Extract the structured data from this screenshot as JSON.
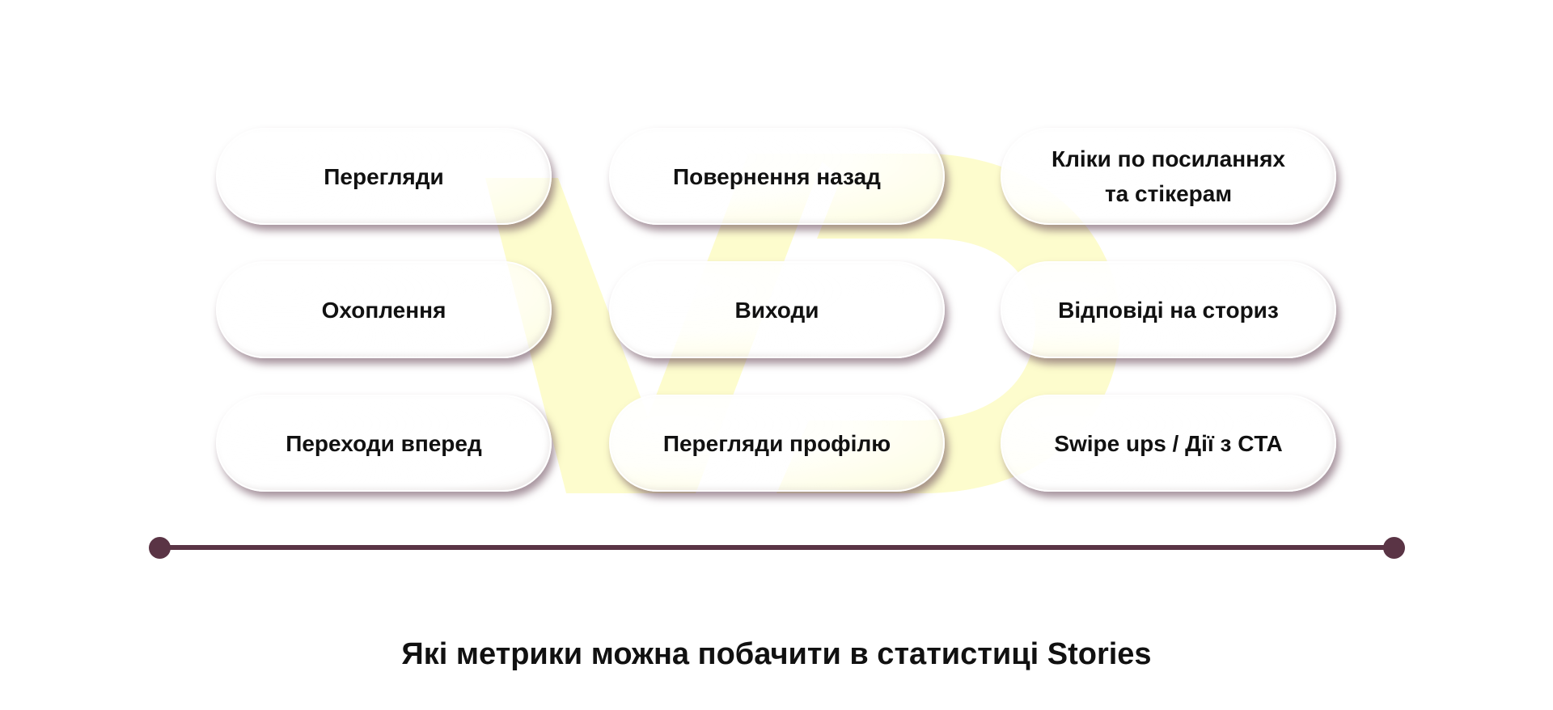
{
  "diagram": {
    "title": "Які метрики можна побачити в статистиці Stories",
    "colors": {
      "timeline": "#5a3445",
      "watermark": "#fdfccd",
      "text": "#111111",
      "shadow": "#5c3a4c"
    },
    "metrics": [
      {
        "label": "Перегляди"
      },
      {
        "label": "Повернення назад"
      },
      {
        "label": "Кліки по посиланнях\nта стікерам"
      },
      {
        "label": "Охоплення"
      },
      {
        "label": "Виходи"
      },
      {
        "label": "Відповіді на сториз"
      },
      {
        "label": "Переходи вперед"
      },
      {
        "label": "Перегляди профілю"
      },
      {
        "label": "Swipe ups / Дії з CTA"
      }
    ],
    "watermark_icon": "vd-logo-watermark"
  }
}
